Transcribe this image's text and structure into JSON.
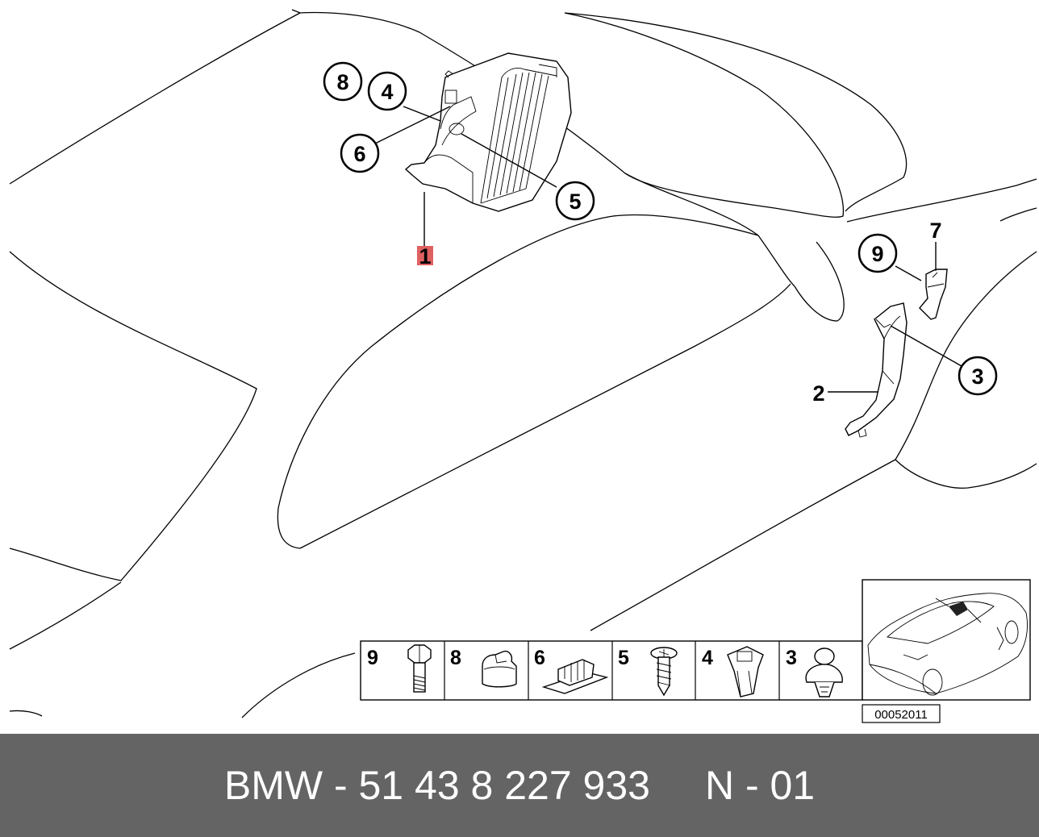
{
  "callouts": [
    {
      "id": "c8",
      "label": "8"
    },
    {
      "id": "c4",
      "label": "4"
    },
    {
      "id": "c6",
      "label": "6"
    },
    {
      "id": "c5",
      "label": "5"
    },
    {
      "id": "c9",
      "label": "9"
    },
    {
      "id": "c3",
      "label": "3"
    }
  ],
  "plain_labels": {
    "part1": "1",
    "part2": "2",
    "part7": "7"
  },
  "highlight_color": "#e06060",
  "fastener_legend": [
    "9",
    "8",
    "6",
    "5",
    "4",
    "3"
  ],
  "reference_code": "00052011",
  "footer": {
    "brand_part": "BMW - 51 43 8 227 933",
    "suffix": "N - 01"
  }
}
